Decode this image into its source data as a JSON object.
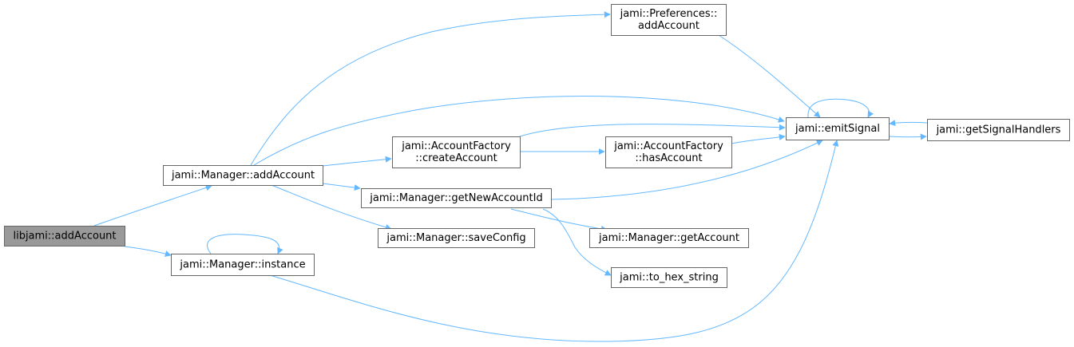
{
  "diagram": {
    "type": "call-graph",
    "root": "libjami::addAccount",
    "colors": {
      "edge": "#63b8ff",
      "node_border": "#666666",
      "root_fill": "#999999",
      "node_fill": "#ffffff"
    },
    "nodes": [
      {
        "id": "libjami_addAccount",
        "lines": [
          "libjami::addAccount"
        ],
        "root": true
      },
      {
        "id": "manager_addAccount",
        "lines": [
          "jami::Manager::addAccount"
        ]
      },
      {
        "id": "manager_instance",
        "lines": [
          "jami::Manager::instance"
        ]
      },
      {
        "id": "preferences_addAccount",
        "lines": [
          "jami::Preferences::",
          "addAccount"
        ]
      },
      {
        "id": "accountfactory_createAccount",
        "lines": [
          "jami::AccountFactory",
          "::createAccount"
        ]
      },
      {
        "id": "manager_getNewAccountId",
        "lines": [
          "jami::Manager::getNewAccountId"
        ]
      },
      {
        "id": "manager_saveConfig",
        "lines": [
          "jami::Manager::saveConfig"
        ]
      },
      {
        "id": "emitSignal",
        "lines": [
          "jami::emitSignal"
        ]
      },
      {
        "id": "accountfactory_hasAccount",
        "lines": [
          "jami::AccountFactory",
          "::hasAccount"
        ]
      },
      {
        "id": "manager_getAccount",
        "lines": [
          "jami::Manager::getAccount"
        ]
      },
      {
        "id": "to_hex_string",
        "lines": [
          "jami::to_hex_string"
        ]
      },
      {
        "id": "getSignalHandlers",
        "lines": [
          "jami::getSignalHandlers"
        ]
      }
    ],
    "edges": [
      {
        "from": "libjami_addAccount",
        "to": "manager_addAccount"
      },
      {
        "from": "libjami_addAccount",
        "to": "manager_instance"
      },
      {
        "from": "manager_instance",
        "to": "manager_instance"
      },
      {
        "from": "manager_instance",
        "to": "emitSignal"
      },
      {
        "from": "manager_addAccount",
        "to": "preferences_addAccount"
      },
      {
        "from": "manager_addAccount",
        "to": "emitSignal"
      },
      {
        "from": "manager_addAccount",
        "to": "accountfactory_createAccount"
      },
      {
        "from": "manager_addAccount",
        "to": "manager_getNewAccountId"
      },
      {
        "from": "manager_addAccount",
        "to": "manager_saveConfig"
      },
      {
        "from": "preferences_addAccount",
        "to": "emitSignal"
      },
      {
        "from": "accountfactory_createAccount",
        "to": "emitSignal"
      },
      {
        "from": "accountfactory_createAccount",
        "to": "accountfactory_hasAccount"
      },
      {
        "from": "accountfactory_hasAccount",
        "to": "emitSignal"
      },
      {
        "from": "manager_getNewAccountId",
        "to": "emitSignal"
      },
      {
        "from": "manager_getNewAccountId",
        "to": "manager_getAccount"
      },
      {
        "from": "manager_getNewAccountId",
        "to": "to_hex_string"
      },
      {
        "from": "emitSignal",
        "to": "emitSignal"
      },
      {
        "from": "emitSignal",
        "to": "getSignalHandlers"
      },
      {
        "from": "getSignalHandlers",
        "to": "emitSignal"
      }
    ]
  }
}
